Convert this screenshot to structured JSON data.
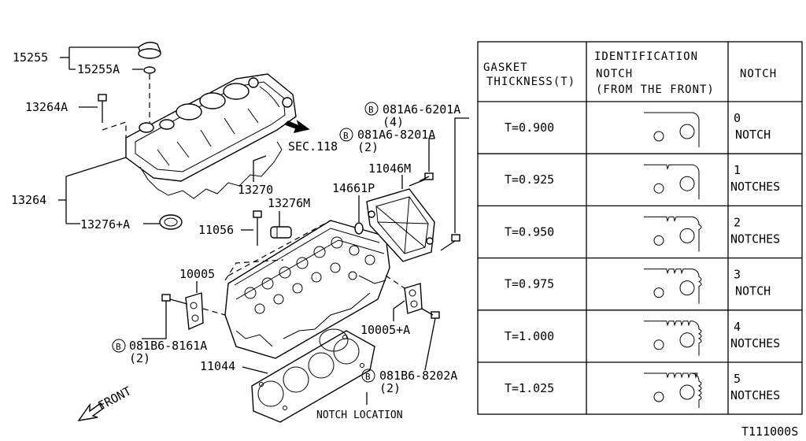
{
  "labels": {
    "p15255": "15255",
    "p15255a": "15255A",
    "p13264a": "13264A",
    "p13264": "13264",
    "p13276a": "13276+A",
    "p13270": "13270",
    "sec118": "SEC.118",
    "b1_code": "081A6-6201A",
    "b1_qty": "(4)",
    "b2_code": "081A6-8201A",
    "b2_qty": "(2)",
    "p11046m": "11046M",
    "p14661p": "14661P",
    "p13276m": "13276M",
    "p11056": "11056",
    "p10005": "10005",
    "p10005a": "10005+A",
    "b3_code": "081B6-8161A",
    "b3_qty": "(2)",
    "p11044": "11044",
    "b4_code": "081B6-8202A",
    "b4_qty": "(2)",
    "notch_location": "NOTCH LOCATION",
    "front": "FRONT",
    "bolt_symbol": "B",
    "diagram_code": "T111000S"
  },
  "table": {
    "header_col1": [
      "GASKET",
      "THICKNESS(T)"
    ],
    "header_col2": [
      "IDENTIFICATION",
      "NOTCH",
      "(FROM THE FRONT)"
    ],
    "header_col3": "NOTCH",
    "rows": [
      {
        "thickness": "T=0.900",
        "notch_num": "0",
        "notch_word": "NOTCH",
        "notches": 0
      },
      {
        "thickness": "T=0.925",
        "notch_num": "1",
        "notch_word": "NOTCHES",
        "notches": 1
      },
      {
        "thickness": "T=0.950",
        "notch_num": "2",
        "notch_word": "NOTCHES",
        "notches": 2
      },
      {
        "thickness": "T=0.975",
        "notch_num": "3",
        "notch_word": "NOTCH",
        "notches": 3
      },
      {
        "thickness": "T=1.000",
        "notch_num": "4",
        "notch_word": "NOTCHES",
        "notches": 4
      },
      {
        "thickness": "T=1.025",
        "notch_num": "5",
        "notch_word": "NOTCHES",
        "notches": 5
      }
    ]
  }
}
